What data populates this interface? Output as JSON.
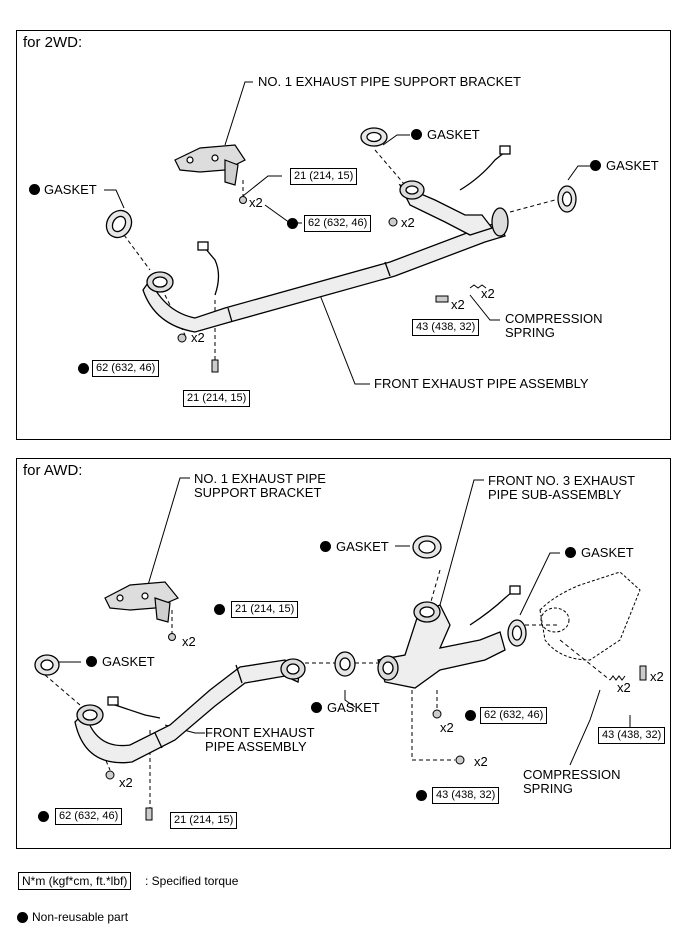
{
  "panel_2wd": {
    "title": "for 2WD:",
    "labels": {
      "bracket": "NO. 1 EXHAUST PIPE SUPPORT BRACKET",
      "gasket_top": "GASKET",
      "gasket_right": "GASKET",
      "gasket_left": "GASKET",
      "spring": "COMPRESSION\nSPRING",
      "front_pipe": "FRONT EXHAUST PIPE ASSEMBLY"
    },
    "torques": {
      "bracket_bolt": "21 (214, 15)",
      "center_nut": "62 (632, 46)",
      "spring_bolt": "43 (438, 32)",
      "left_nut": "62 (632, 46)",
      "lower_bolt": "21 (214, 15)"
    },
    "qty": {
      "q1": "x2",
      "q2": "x2",
      "q3": "x2",
      "q4": "x2",
      "q5": "x2"
    }
  },
  "panel_awd": {
    "title": "for AWD:",
    "labels": {
      "bracket": "NO. 1 EXHAUST PIPE\nSUPPORT BRACKET",
      "front3": "FRONT NO. 3 EXHAUST\nPIPE SUB-ASSEMBLY",
      "gasket_a": "GASKET",
      "gasket_b": "GASKET",
      "gasket_c": "GASKET",
      "gasket_d": "GASKET",
      "front_pipe": "FRONT EXHAUST\nPIPE ASSEMBLY",
      "spring": "COMPRESSION\nSPRING"
    },
    "torques": {
      "bracket_bolt": "21 (214, 15)",
      "mid_nut": "62 (632, 46)",
      "right_bolt": "43 (438, 32)",
      "lower_bolt": "43 (438, 32)",
      "left_nut": "62 (632, 46)",
      "left_bolt": "21 (214, 15)"
    },
    "qty": {
      "q1": "x2",
      "q2": "x2",
      "q3": "x2",
      "q4": "x2",
      "q5": "x2",
      "q6": "x2"
    }
  },
  "legend": {
    "torque_unit": "N*m (kgf*cm, ft.*lbf)",
    "torque_text": ": Specified torque",
    "nonreusable_text": "Non-reusable part"
  }
}
